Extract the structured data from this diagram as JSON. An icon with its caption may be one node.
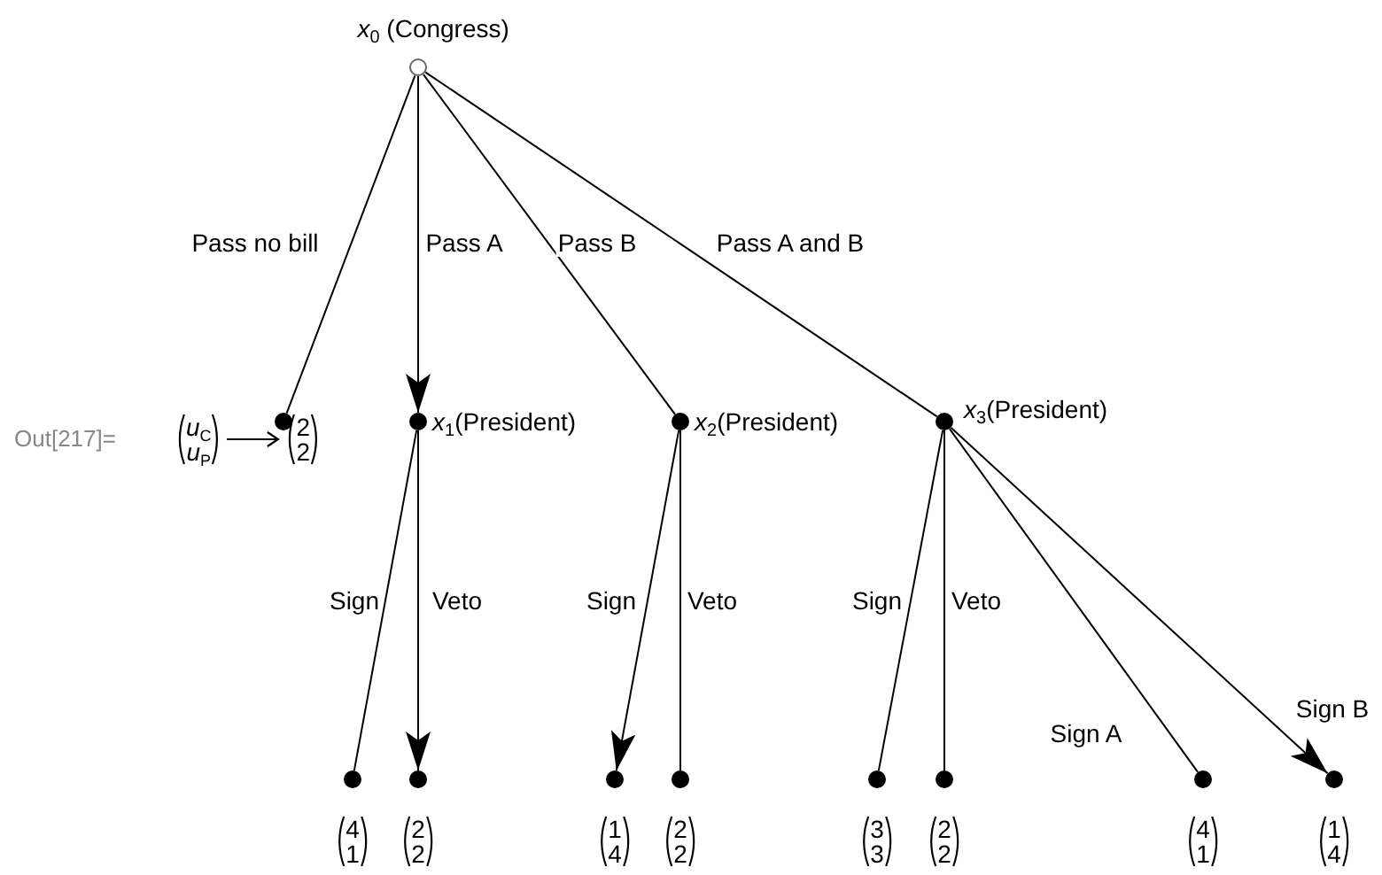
{
  "diagram": {
    "nodes": [
      {
        "text": [],
        "shape": "circle",
        "beside": [
          "*x*$_{0}$ (Congress)"
        ]
      },
      {
        "text": [],
        "shape": "dot",
        "beside": [
          "*u*$_{C}$",
          "*u*$_{P}$",
          "2",
          "2"
        ]
      },
      {
        "text": [],
        "shape": "dot",
        "beside": [
          "*x*$_{1}$(President)"
        ]
      },
      {
        "text": [],
        "shape": "dot",
        "beside": [
          "*x*$_{2}$(President)"
        ]
      },
      {
        "text": [],
        "shape": "dot",
        "beside": [
          "*x*$_{3}$(President)"
        ]
      },
      {
        "text": [],
        "shape": "dot",
        "beside": [
          "4",
          "1"
        ]
      },
      {
        "text": [],
        "shape": "dot",
        "beside": [
          "2",
          "2"
        ]
      },
      {
        "text": [],
        "shape": "dot",
        "beside": [
          "1",
          "4"
        ]
      },
      {
        "text": [],
        "shape": "dot",
        "beside": [
          "2",
          "2"
        ]
      },
      {
        "text": [],
        "shape": "dot",
        "beside": [
          "3",
          "3"
        ]
      },
      {
        "text": [],
        "shape": "dot",
        "beside": [
          "2",
          "2"
        ]
      },
      {
        "text": [],
        "shape": "dot",
        "beside": [
          "4",
          "1"
        ]
      },
      {
        "text": [],
        "shape": "dot",
        "beside": [
          "1",
          "4"
        ]
      }
    ],
    "edges": [
      {
        "from": 0,
        "to": 1,
        "arrow": "none",
        "label": "Pass no bill"
      },
      {
        "from": 0,
        "to": 2,
        "arrow": "to",
        "label": "Pass A"
      },
      {
        "from": 0,
        "to": 3,
        "arrow": "none",
        "label": "Pass B"
      },
      {
        "from": 0,
        "to": 4,
        "arrow": "none",
        "label": "Pass A and B"
      },
      {
        "from": 2,
        "to": 5,
        "arrow": "none",
        "label": "Sign"
      },
      {
        "from": 2,
        "to": 6,
        "arrow": "to",
        "label": "Veto"
      },
      {
        "from": 3,
        "to": 7,
        "arrow": "to",
        "label": "Sign"
      },
      {
        "from": 3,
        "to": 8,
        "arrow": "none",
        "label": "Veto"
      },
      {
        "from": 4,
        "to": 9,
        "arrow": "none",
        "label": "Sign"
      },
      {
        "from": 4,
        "to": 10,
        "arrow": "none",
        "label": "Veto"
      },
      {
        "from": 4,
        "to": 11,
        "arrow": "none",
        "label": "Sign A"
      },
      {
        "from": 4,
        "to": 12,
        "arrow": "to",
        "label": "Sign B"
      }
    ],
    "labels": [
      "Out[217]="
    ]
  }
}
